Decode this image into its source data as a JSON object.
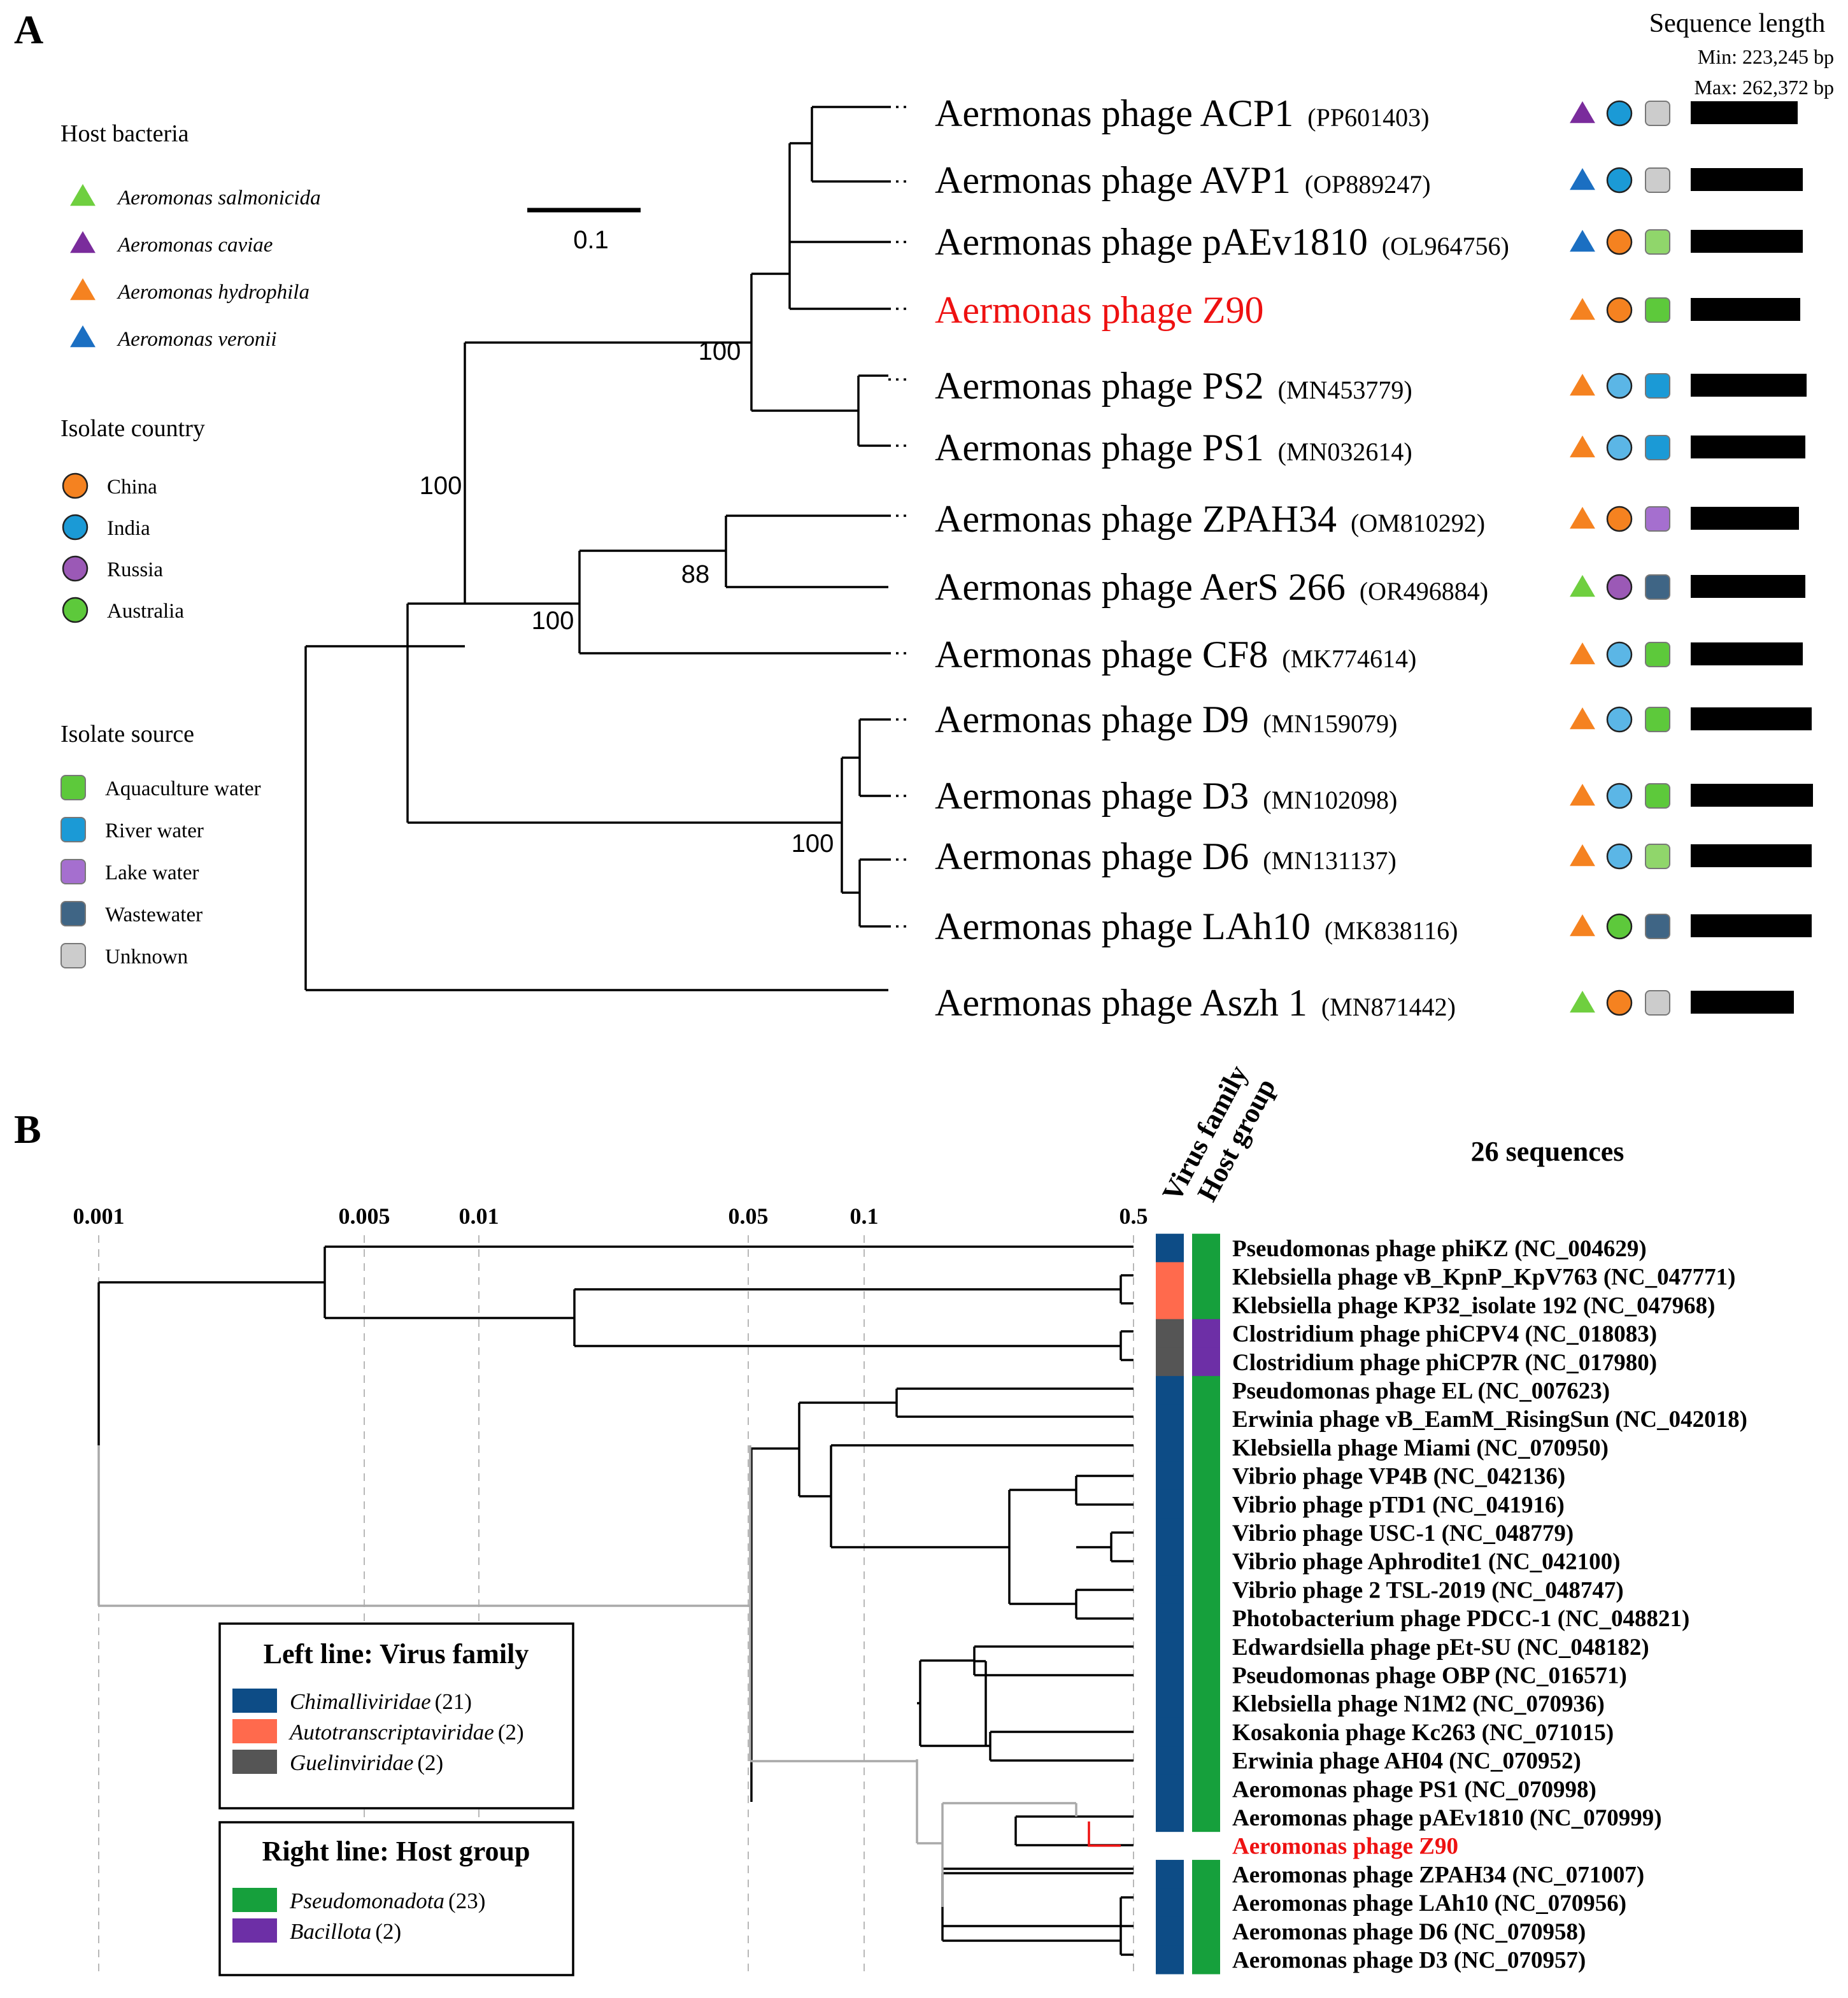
{
  "panel_a": {
    "label": "A",
    "scale_bar_label": "0.1",
    "seq_length": {
      "title": "Sequence length",
      "min": "Min: 223,245 bp",
      "max": "Max: 262,372 bp"
    },
    "legend_host": {
      "title": "Host bacteria",
      "items": [
        {
          "label": "Aeromonas salmonicida",
          "color": "#6fcf3f"
        },
        {
          "label": "Aeromonas caviae",
          "color": "#7a2c9c"
        },
        {
          "label": "Aeromonas hydrophila",
          "color": "#f58220"
        },
        {
          "label": "Aeromonas veronii",
          "color": "#1b6fc2"
        }
      ]
    },
    "legend_country": {
      "title": "Isolate country",
      "items": [
        {
          "label": "China",
          "color": "#f58220"
        },
        {
          "label": "India",
          "color": "#1b9ad6"
        },
        {
          "label": "Russia",
          "color": "#9b59b6"
        },
        {
          "label": "Australia",
          "color": "#5dc93b"
        }
      ]
    },
    "legend_source": {
      "title": "Isolate source",
      "items": [
        {
          "label": "Aquaculture water",
          "color": "#5dc93b"
        },
        {
          "label": "River water",
          "color": "#1b9ad6"
        },
        {
          "label": "Lake water",
          "color": "#a56fcf"
        },
        {
          "label": "Wastewater",
          "color": "#3f6585"
        },
        {
          "label": "Unknown",
          "color": "#cccccc"
        }
      ]
    },
    "bootstraps": [
      "100",
      "100",
      "88",
      "100",
      "100"
    ],
    "leaves": [
      {
        "name": "Aermonas phage ACP1",
        "acc": "(PP601403)",
        "host": "#7a2c9c",
        "country": "#1b9ad6",
        "source": "#cccccc",
        "length": 0.84,
        "highlight": false
      },
      {
        "name": "Aermonas phage AVP1",
        "acc": "(OP889247)",
        "host": "#1b6fc2",
        "country": "#1b9ad6",
        "source": "#cccccc",
        "length": 0.88,
        "highlight": false
      },
      {
        "name": "Aermonas phage pAEv1810",
        "acc": "(OL964756)",
        "host": "#1b6fc2",
        "country": "#f58220",
        "source": "#90d66b",
        "length": 0.88,
        "highlight": false
      },
      {
        "name": "Aermonas phage Z90",
        "acc": "",
        "host": "#f58220",
        "country": "#f58220",
        "source": "#5dc93b",
        "length": 0.86,
        "highlight": true
      },
      {
        "name": "Aermonas phage PS2",
        "acc": "(MN453779)",
        "host": "#f58220",
        "country": "#5bb6e6",
        "source": "#1b9ad6",
        "length": 0.91,
        "highlight": false
      },
      {
        "name": "Aermonas phage PS1",
        "acc": "(MN032614)",
        "host": "#f58220",
        "country": "#5bb6e6",
        "source": "#1b9ad6",
        "length": 0.9,
        "highlight": false
      },
      {
        "name": "Aermonas phage ZPAH34",
        "acc": "(OM810292)",
        "host": "#f58220",
        "country": "#f58220",
        "source": "#a56fcf",
        "length": 0.85,
        "highlight": false
      },
      {
        "name": "Aermonas phage AerS 266",
        "acc": "(OR496884)",
        "host": "#6fcf3f",
        "country": "#9b59b6",
        "source": "#3f6585",
        "length": 0.9,
        "highlight": false
      },
      {
        "name": "Aermonas phage CF8",
        "acc": "(MK774614)",
        "host": "#f58220",
        "country": "#5bb6e6",
        "source": "#5dc93b",
        "length": 0.88,
        "highlight": false
      },
      {
        "name": "Aermonas phage D9",
        "acc": "(MN159079)",
        "host": "#f58220",
        "country": "#5bb6e6",
        "source": "#5dc93b",
        "length": 0.95,
        "highlight": false
      },
      {
        "name": "Aermonas phage D3",
        "acc": "(MN102098)",
        "host": "#f58220",
        "country": "#5bb6e6",
        "source": "#5dc93b",
        "length": 0.96,
        "highlight": false
      },
      {
        "name": "Aermonas phage D6",
        "acc": "(MN131137)",
        "host": "#f58220",
        "country": "#5bb6e6",
        "source": "#90d66b",
        "length": 0.95,
        "highlight": false
      },
      {
        "name": "Aermonas phage LAh10",
        "acc": "(MK838116)",
        "host": "#f58220",
        "country": "#5dc93b",
        "source": "#3f6585",
        "length": 0.95,
        "highlight": false
      },
      {
        "name": "Aermonas phage Aszh 1",
        "acc": "(MN871442)",
        "host": "#6fcf3f",
        "country": "#f58220",
        "source": "#cccccc",
        "length": 0.81,
        "highlight": false
      }
    ]
  },
  "panel_b": {
    "label": "B",
    "count_label": "26 sequences",
    "col_virus_family": "Virus family",
    "col_host_group": "Host group",
    "axis_ticks": [
      "0.001",
      "0.005",
      "0.01",
      "0.05",
      "0.1",
      "0.5"
    ],
    "legend_family": {
      "title": "Left line: Virus family",
      "items": [
        {
          "name": "Chimalliviridae",
          "count": "(21)",
          "color": "#0d4c86"
        },
        {
          "name": "Autotranscriptaviridae",
          "count": "(2)",
          "color": "#ff6a4d"
        },
        {
          "name": "Guelinviridae",
          "count": "(2)",
          "color": "#555555"
        }
      ]
    },
    "legend_host": {
      "title": "Right line: Host group",
      "items": [
        {
          "name": "Pseudomonadota",
          "count": "(23)",
          "color": "#16a03c"
        },
        {
          "name": "Bacillota",
          "count": "(2)",
          "color": "#6d2fa6"
        }
      ]
    },
    "leaves": [
      {
        "label": "Pseudomonas phage phiKZ (NC_004629)",
        "family": "#0d4c86",
        "host": "#16a03c"
      },
      {
        "label": "Klebsiella phage vB_KpnP_KpV763 (NC_047771)",
        "family": "#ff6a4d",
        "host": "#16a03c"
      },
      {
        "label": "Klebsiella phage KP32_isolate 192 (NC_047968)",
        "family": "#ff6a4d",
        "host": "#16a03c"
      },
      {
        "label": "Clostridium phage phiCPV4 (NC_018083)",
        "family": "#555555",
        "host": "#6d2fa6"
      },
      {
        "label": "Clostridium phage phiCP7R (NC_017980)",
        "family": "#555555",
        "host": "#6d2fa6"
      },
      {
        "label": "Pseudomonas phage EL (NC_007623)",
        "family": "#0d4c86",
        "host": "#16a03c"
      },
      {
        "label": "Erwinia phage vB_EamM_RisingSun (NC_042018)",
        "family": "#0d4c86",
        "host": "#16a03c"
      },
      {
        "label": "Klebsiella phage Miami (NC_070950)",
        "family": "#0d4c86",
        "host": "#16a03c"
      },
      {
        "label": "Vibrio phage VP4B (NC_042136)",
        "family": "#0d4c86",
        "host": "#16a03c"
      },
      {
        "label": "Vibrio phage pTD1 (NC_041916)",
        "family": "#0d4c86",
        "host": "#16a03c"
      },
      {
        "label": "Vibrio phage USC-1 (NC_048779)",
        "family": "#0d4c86",
        "host": "#16a03c"
      },
      {
        "label": "Vibrio phage Aphrodite1 (NC_042100)",
        "family": "#0d4c86",
        "host": "#16a03c"
      },
      {
        "label": "Vibrio phage 2 TSL-2019 (NC_048747)",
        "family": "#0d4c86",
        "host": "#16a03c"
      },
      {
        "label": "Photobacterium phage PDCC-1 (NC_048821)",
        "family": "#0d4c86",
        "host": "#16a03c"
      },
      {
        "label": "Edwardsiella phage pEt-SU (NC_048182)",
        "family": "#0d4c86",
        "host": "#16a03c"
      },
      {
        "label": "Pseudomonas phage OBP (NC_016571)",
        "family": "#0d4c86",
        "host": "#16a03c"
      },
      {
        "label": "Klebsiella phage N1M2 (NC_070936)",
        "family": "#0d4c86",
        "host": "#16a03c"
      },
      {
        "label": "Kosakonia phage Kc263 (NC_071015)",
        "family": "#0d4c86",
        "host": "#16a03c"
      },
      {
        "label": "Erwinia phage AH04 (NC_070952)",
        "family": "#0d4c86",
        "host": "#16a03c"
      },
      {
        "label": "Aeromonas phage PS1 (NC_070998)",
        "family": "#0d4c86",
        "host": "#16a03c"
      },
      {
        "label": "Aeromonas phage pAEv1810 (NC_070999)",
        "family": "#0d4c86",
        "host": "#16a03c"
      },
      {
        "label": "Aeromonas phage  Z90",
        "family": "",
        "host": "",
        "highlight": true
      },
      {
        "label": "Aeromonas phage ZPAH34 (NC_071007)",
        "family": "#0d4c86",
        "host": "#16a03c"
      },
      {
        "label": "Aeromonas phage LAh10 (NC_070956)",
        "family": "#0d4c86",
        "host": "#16a03c"
      },
      {
        "label": "Aeromonas phage D6 (NC_070958)",
        "family": "#0d4c86",
        "host": "#16a03c"
      },
      {
        "label": "Aeromonas phage D3 (NC_070957)",
        "family": "#0d4c86",
        "host": "#16a03c"
      }
    ]
  }
}
